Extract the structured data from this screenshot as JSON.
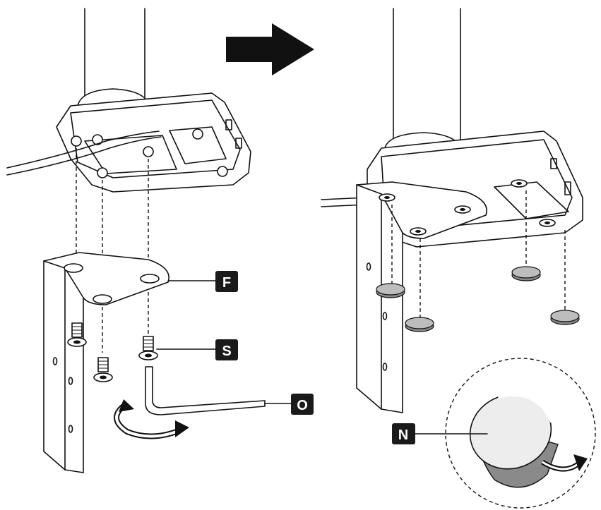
{
  "callouts": {
    "f": "F",
    "s": "S",
    "o": "O",
    "n": "N"
  },
  "colors": {
    "line": "#111111",
    "callout_bg": "#1a1a1a",
    "cap_gray": "#bdbdbd",
    "cap_light": "#d9d9d9"
  },
  "icons": {
    "step_arrow": "right-arrow-icon",
    "rotate_left": "rotate-arrow-icon",
    "rotate_detail": "curved-arrow-icon"
  }
}
